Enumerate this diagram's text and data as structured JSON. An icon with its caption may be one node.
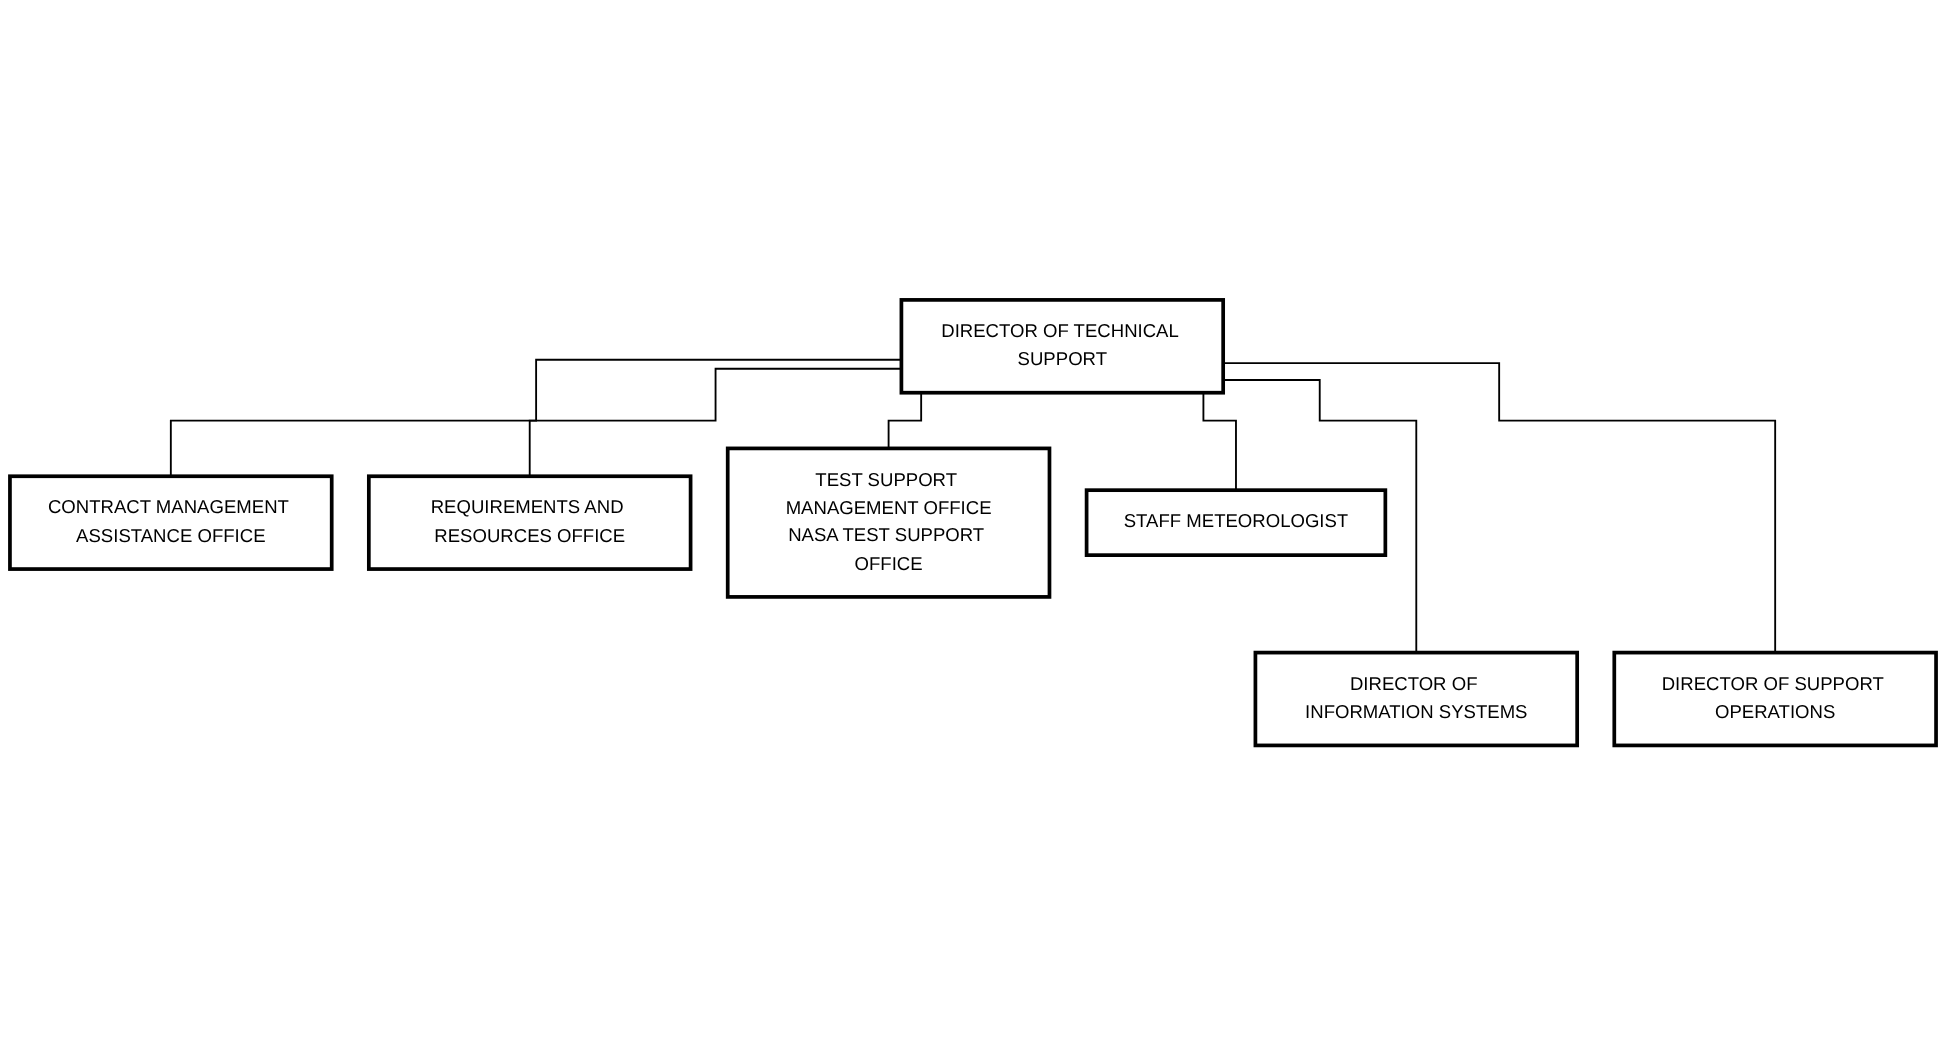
{
  "diagram": {
    "nodes": [
      {
        "text": [
          "DIRECTOR OF TECHNICAL SUPPORT"
        ]
      },
      {
        "text": [
          "CONTRACT MANAGEMENT ASSISTANCE OFFICE"
        ]
      },
      {
        "text": [
          "REQUIREMENTS AND RESOURCES OFFICE"
        ]
      },
      {
        "text": [
          "TEST SUPPORT MANAGEMENT OFFICE",
          "NASA TEST SUPPORT OFFICE"
        ]
      },
      {
        "text": [
          "STAFF METEOROLOGIST"
        ]
      },
      {
        "text": [
          "DIRECTOR OF INFORMATION SYSTEMS"
        ]
      },
      {
        "text": [
          "DIRECTOR OF SUPPORT OPERATIONS"
        ]
      }
    ],
    "edges": [
      {
        "from": 0,
        "to": 1,
        "arrow": "none"
      },
      {
        "from": 0,
        "to": 2,
        "arrow": "none"
      },
      {
        "from": 0,
        "to": 3,
        "arrow": "none"
      },
      {
        "from": 0,
        "to": 4,
        "arrow": "none"
      },
      {
        "from": 0,
        "to": 5,
        "arrow": "none"
      },
      {
        "from": 0,
        "to": 6,
        "arrow": "none"
      }
    ]
  }
}
